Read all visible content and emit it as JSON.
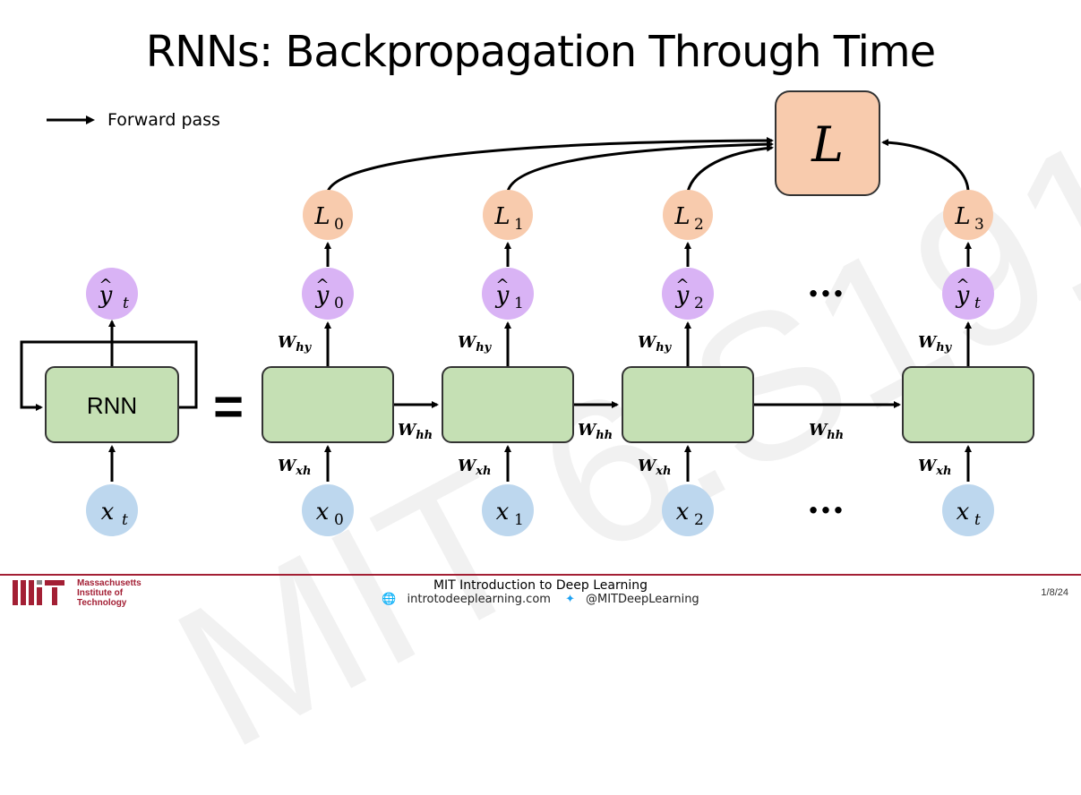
{
  "title": "RNNs: Backpropagation Through Time",
  "legend": {
    "forward_label": "Forward pass"
  },
  "watermark": "MIT 6.S191",
  "rnn_label": "RNN",
  "equals": "=",
  "loss_total": "L",
  "losses": [
    "L",
    "L",
    "L",
    "L"
  ],
  "loss_subscripts": [
    "0",
    "1",
    "2",
    "3"
  ],
  "outputs_subscripts": [
    "0",
    "1",
    "2",
    "t"
  ],
  "inputs_subscripts": [
    "0",
    "1",
    "2",
    "t"
  ],
  "output_var": "y",
  "input_var": "x",
  "weight_labels": {
    "Why": "W",
    "Why_sub": "hy",
    "Whh": "W",
    "Whh_sub": "hh",
    "Wxh": "W",
    "Wxh_sub": "xh"
  },
  "ellipsis": "···",
  "colors": {
    "cell": "#c5e0b4",
    "cell_border": "#333333",
    "loss": "#f8cbad",
    "output": "#d9b3f5",
    "input": "#bdd7ee",
    "footer_red": "#a31f34"
  },
  "footer": {
    "institute": [
      "Massachusetts",
      "Institute of",
      "Technology"
    ],
    "course": "MIT Introduction to Deep Learning",
    "website": "introtodeeplearning.com",
    "twitter": "@MITDeepLearning",
    "date": "1/8/24"
  }
}
